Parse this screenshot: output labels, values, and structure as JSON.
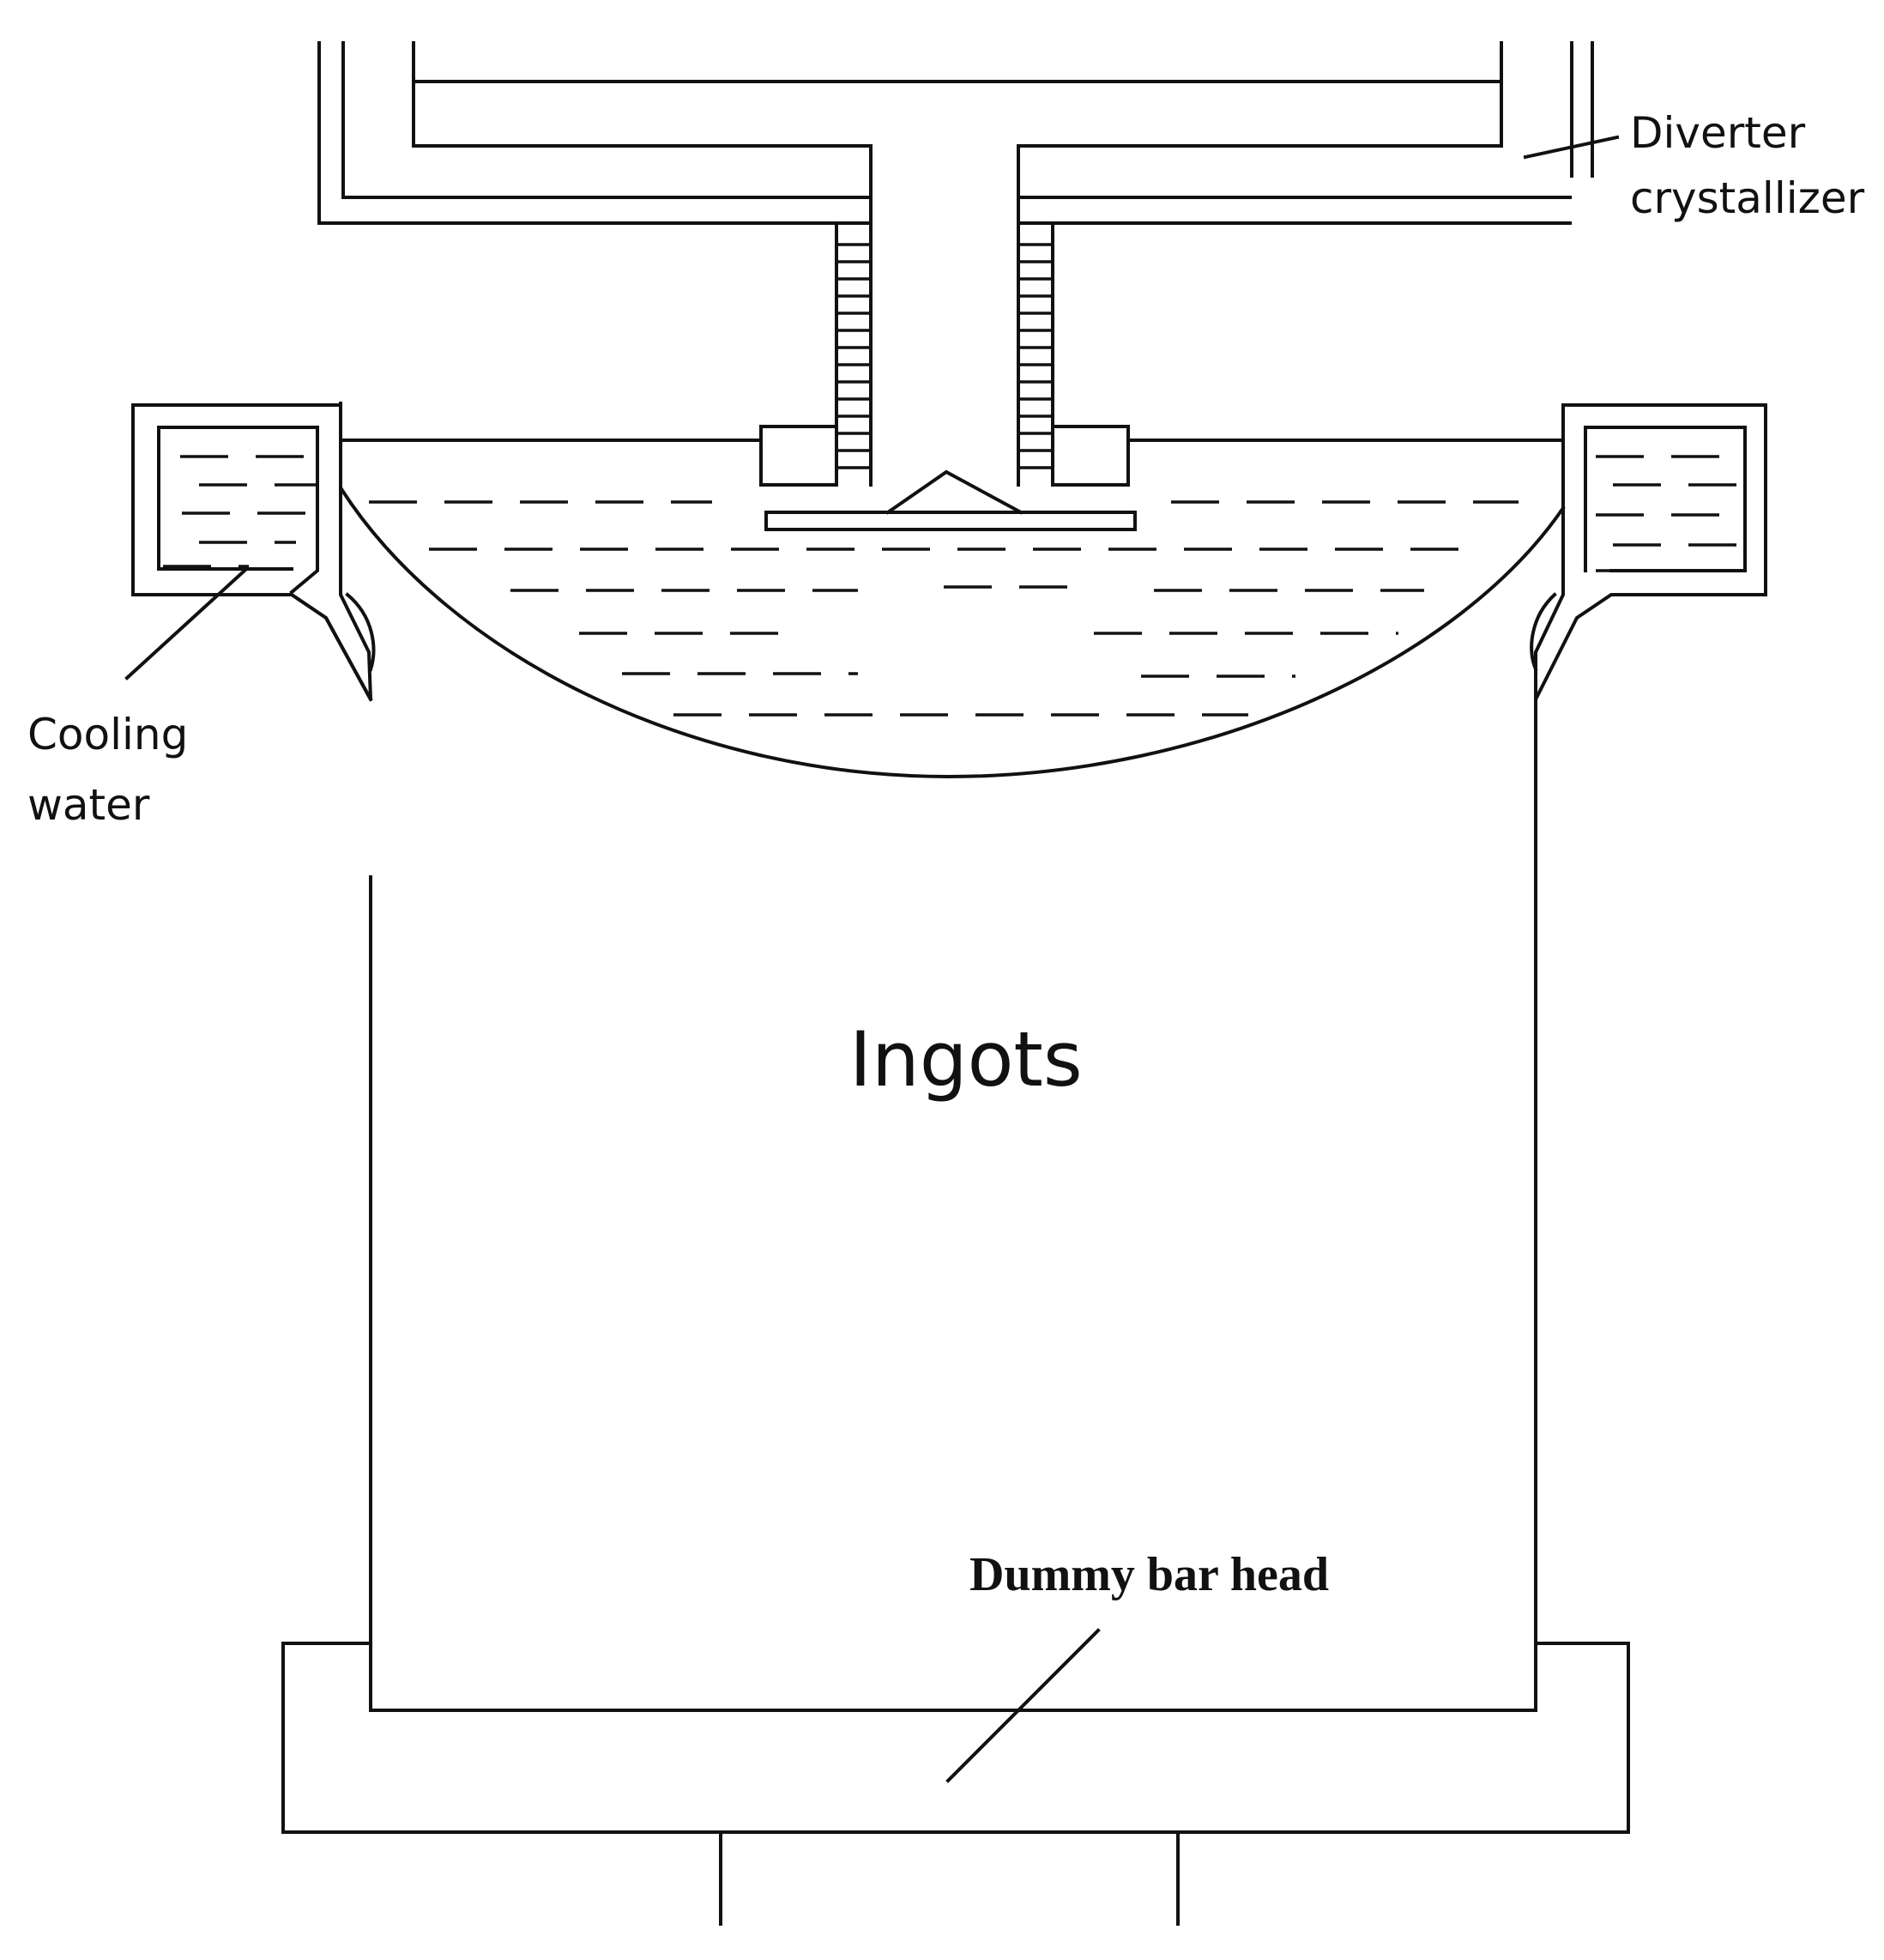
{
  "labels": {
    "diverter_line1": "Diverter",
    "diverter_line2": "crystallizer",
    "cooling_line1": "Cooling",
    "cooling_line2": "water",
    "ingots": "Ingots",
    "dummy_bar_head": "Dummy bar head"
  }
}
